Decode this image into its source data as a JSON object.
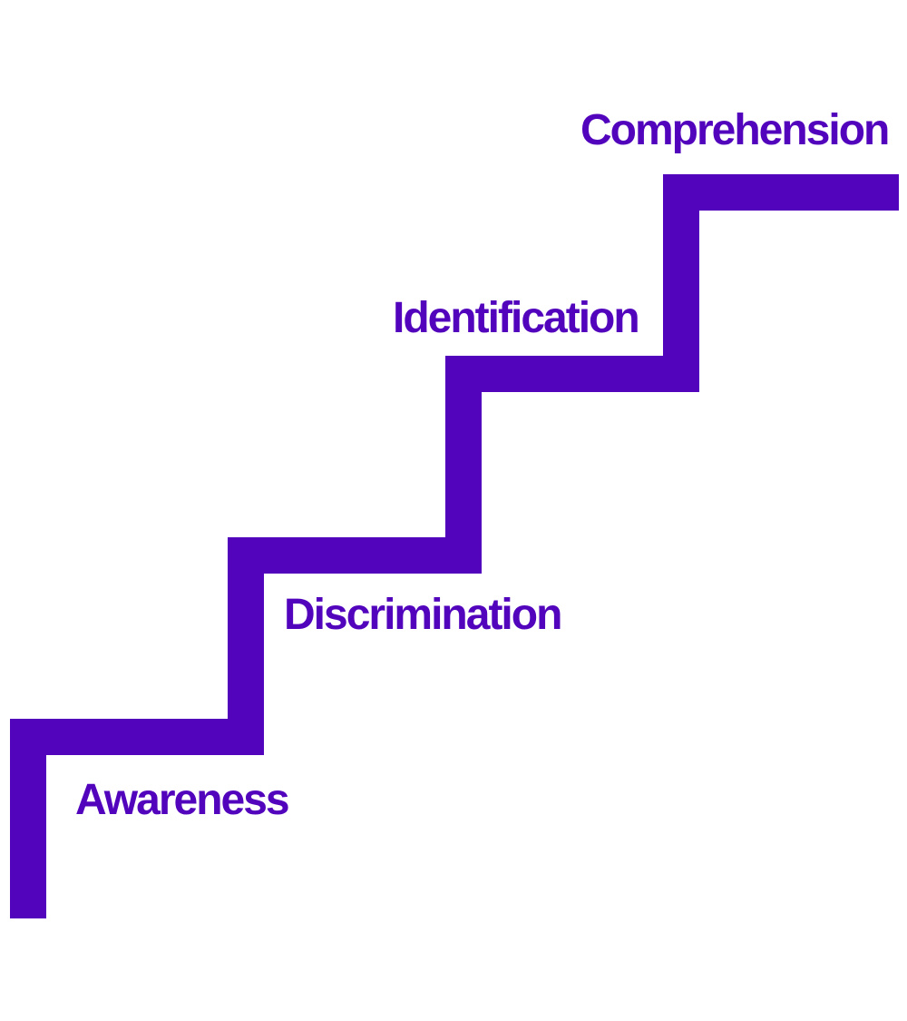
{
  "diagram": {
    "type": "staircase",
    "accent_color": "#5204BD",
    "background_color": "#FFFFFF",
    "steps": [
      {
        "label": "Awareness"
      },
      {
        "label": "Discrimination"
      },
      {
        "label": "Identification"
      },
      {
        "label": "Comprehension"
      }
    ]
  }
}
